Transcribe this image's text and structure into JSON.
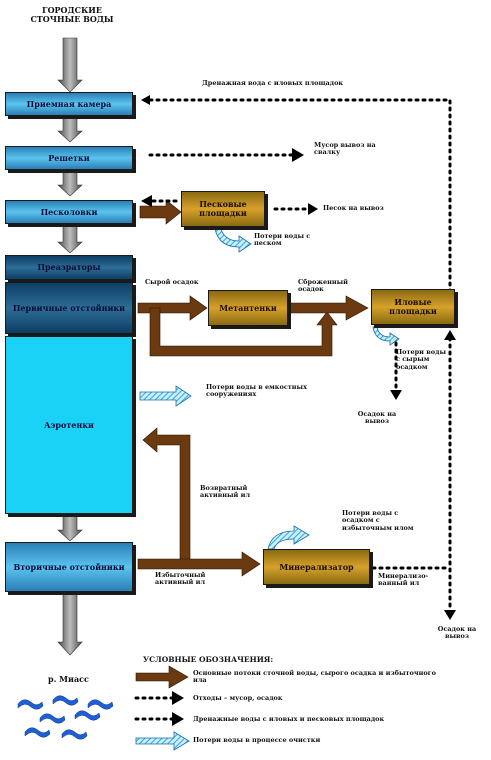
{
  "source": "ГОРОДСКИЕ СТОЧНЫЕ ВОДЫ",
  "boxes": {
    "priemnaya": "Приемная камера",
    "reshetki": "Решетки",
    "peskolovki": "Песколовки",
    "peschanye": "Песковые площадки",
    "preaeratory": "Преаэраторы",
    "pervichnye": "Первичные отстойники",
    "aerotenki": "Аэротенки",
    "vtorichnye": "Вторичные отстойники",
    "metantenki": "Метантенки",
    "ilovye": "Иловые площадки",
    "mineralizator": "Минерализатор"
  },
  "labels": {
    "drainage_top": "Дренажная вода с иловых площадок",
    "musor": "Мусор вывоз на свалку",
    "pesok": "Песок на вывоз",
    "poteri_pesok": "Потери воды с песком",
    "syroi_osadok": "Сырой осадок",
    "sbrozhenny": "Сброженный осадок",
    "poteri_osadok": "Потери воды с сырым осадком",
    "osadok_vyvoz_1": "Осадок на вывоз",
    "poteri_emkost": "Потери воды в емкостных сооружениях",
    "vozvratny": "Возвратный активный ил",
    "poteri_izbytochny": "Потери воды с осадком с избыточным илом",
    "izbytochny": "Избыточный активный ил",
    "mineralizovanny": "Минерализо-ванный ил",
    "osadok_vyvoz_2": "Осадок на вывоз",
    "river": "р. Миасс"
  },
  "legend": {
    "title": "УСЛОВНЫЕ ОБОЗНАЧЕНИЯ:",
    "items": [
      "Основные потоки сточной воды, сырого осадка и избыточного ила",
      "Отходы – мусор, осадок",
      "Дренажные воды с иловых и песковых площадок",
      "Потери воды в процессе очистки"
    ]
  },
  "colors": {
    "main_flow": "#6b3a10",
    "loss_arrow": "#5bc4ee",
    "process_blue": "#3aaee0",
    "aerotank": "#1ad2f5",
    "sludge_brown": "#c7961f",
    "water": "#1f5fd6"
  }
}
